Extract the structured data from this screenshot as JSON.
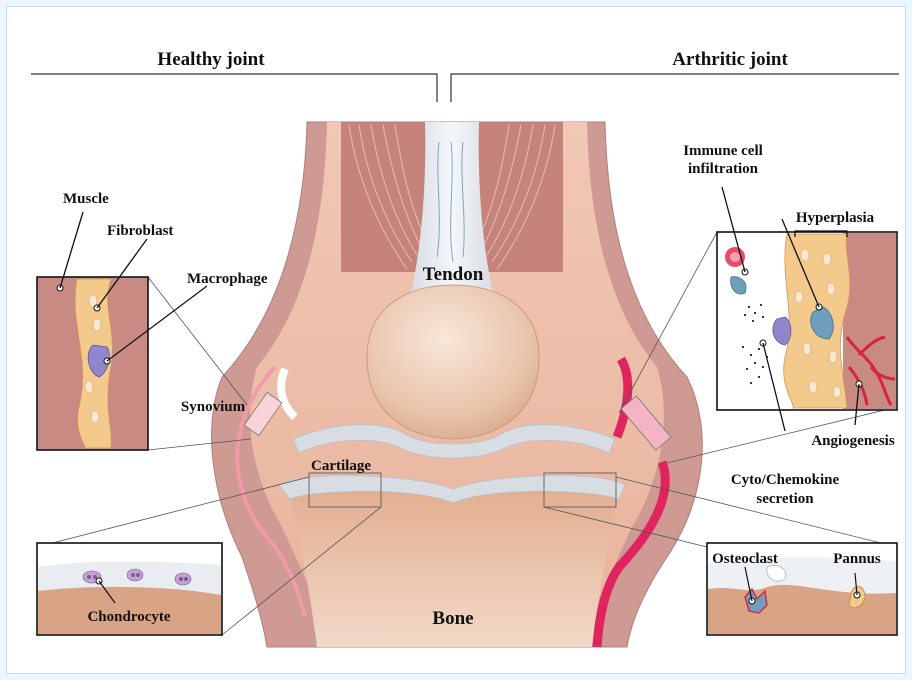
{
  "headers": {
    "healthy": "Healthy joint",
    "arthritic": "Arthritic joint"
  },
  "labels": {
    "tendon": "Tendon",
    "bone": "Bone",
    "cartilage": "Cartilage",
    "synovium": "Synovium",
    "muscle": "Muscle",
    "fibroblast": "Fibroblast",
    "macrophage": "Macrophage",
    "chondrocyte": "Chondrocyte",
    "immune_line1": "Immune cell",
    "immune_line2": "infiltration",
    "hyperplasia": "Hyperplasia",
    "angiogenesis": "Angiogenesis",
    "cyto_line1": "Cyto/Chemokine",
    "cyto_line2": "secretion",
    "osteoclast": "Osteoclast",
    "pannus": "Pannus"
  },
  "colors": {
    "muscle": "#c98a84",
    "tissue": "#e7b7a3",
    "bone": "#d9a486",
    "cartilage": "#d8dde4",
    "synovium_inflamed": "#e0245e",
    "fibroblast": "#f3c98c",
    "macrophage": "#8f86cc",
    "vessel": "#d6273a"
  }
}
